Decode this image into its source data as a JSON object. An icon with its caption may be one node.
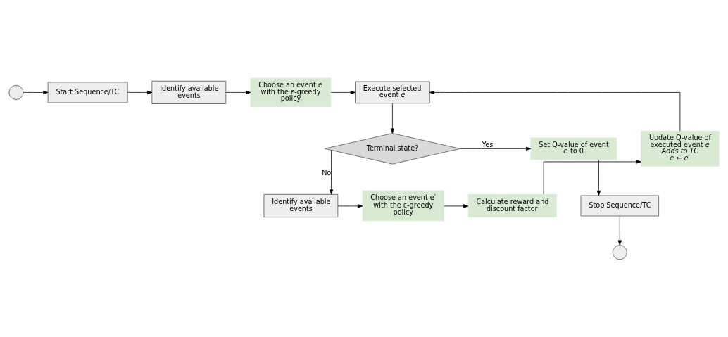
{
  "diagram": {
    "nodes": [
      {
        "text": [],
        "shape": "circle"
      },
      {
        "text": [
          "Start Sequence/TC"
        ]
      },
      {
        "text": [
          "Identify available events"
        ]
      },
      {
        "text": [
          "Choose an event *e* with the ε-greedy policy"
        ]
      },
      {
        "text": [
          "Execute selected event *e*"
        ]
      },
      {
        "text": [
          "Terminal state?"
        ]
      },
      {
        "text": [
          "Set Q-value of event *e* to 0"
        ]
      },
      {
        "text": [
          "Stop Sequence/TC"
        ]
      },
      {
        "text": [],
        "shape": "circle"
      },
      {
        "text": [
          "Identify available events"
        ]
      },
      {
        "text": [
          "Choose an event e′ with the ε-greedy policy"
        ]
      },
      {
        "text": [
          "Calculate reward and discount factor"
        ]
      },
      {
        "text": [
          "Update Q-value of executed event *e*",
          "Adds to TC",
          "e ← e′"
        ]
      }
    ],
    "edges": [
      {
        "from": 0,
        "to": 1,
        "arrow": "to"
      },
      {
        "from": 1,
        "to": 2,
        "arrow": "to"
      },
      {
        "from": 2,
        "to": 3,
        "arrow": "to"
      },
      {
        "from": 3,
        "to": 4,
        "arrow": "to"
      },
      {
        "from": 4,
        "to": 5,
        "arrow": "to"
      },
      {
        "from": 5,
        "to": 6,
        "label": "Yes",
        "arrow": "to"
      },
      {
        "from": 6,
        "to": 7,
        "arrow": "to"
      },
      {
        "from": 7,
        "to": 8,
        "arrow": "to"
      },
      {
        "from": 5,
        "to": 9,
        "label": "No",
        "arrow": "to"
      },
      {
        "from": 9,
        "to": 10,
        "arrow": "to"
      },
      {
        "from": 10,
        "to": 11,
        "arrow": "to"
      },
      {
        "from": 11,
        "to": 12,
        "arrow": "to"
      },
      {
        "from": 12,
        "to": 4,
        "arrow": "to"
      }
    ]
  }
}
